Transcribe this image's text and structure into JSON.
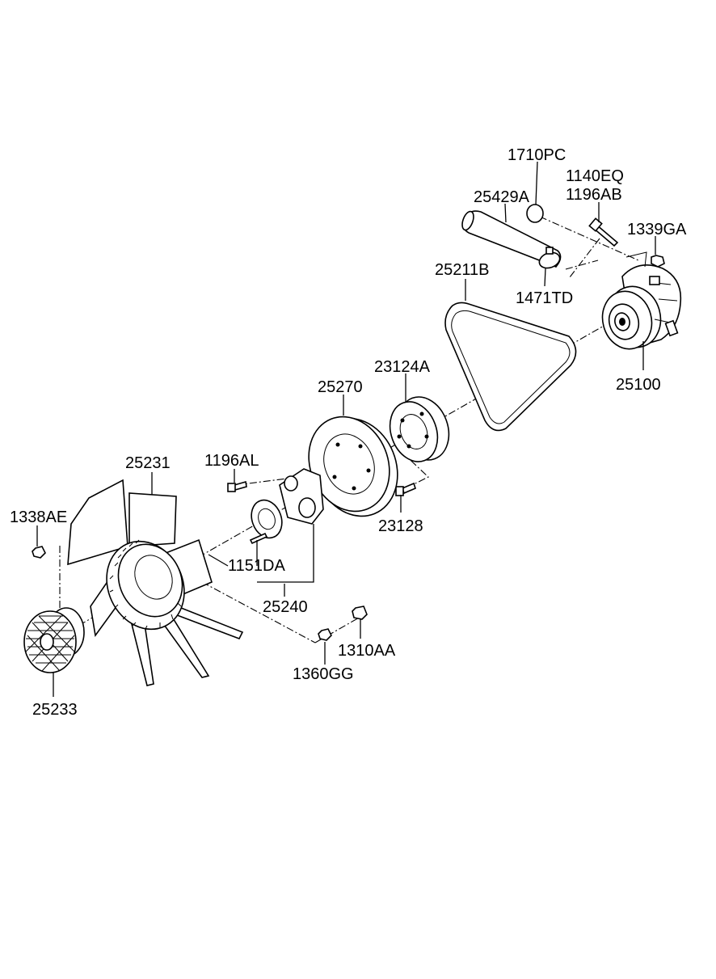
{
  "labels": {
    "p1710PC": "1710PC",
    "p25429A": "25429A",
    "p1140EQ": "1140EQ",
    "p1196AB": "1196AB",
    "p1339GA": "1339GA",
    "p25211B": "25211B",
    "p1471TD": "1471TD",
    "p25100": "25100",
    "p23124A": "23124A",
    "p25270": "25270",
    "p25231": "25231",
    "p1196AL": "1196AL",
    "p1338AE": "1338AE",
    "p1151DA": "1151DA",
    "p23128": "23128",
    "p25240": "25240",
    "p1310AA": "1310AA",
    "p1360GG": "1360GG",
    "p25233": "25233"
  }
}
